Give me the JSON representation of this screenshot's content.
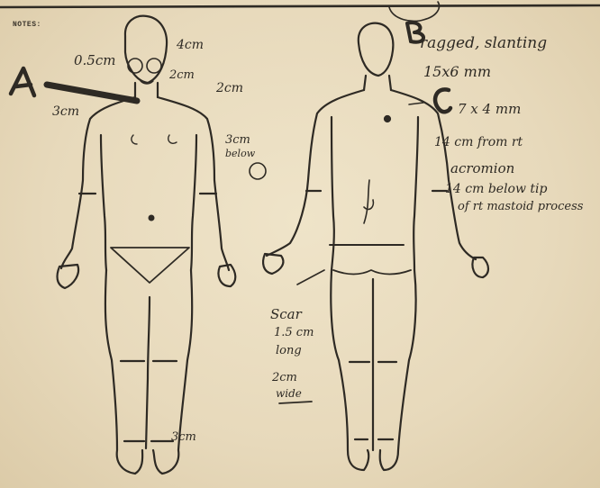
{
  "header": {
    "notes_label": "NOTES:"
  },
  "markers": {
    "a": "A",
    "b": "B",
    "c": "C"
  },
  "annotations": {
    "front_head": "0.5cm",
    "front_chin": "4cm",
    "front_neck": "2cm",
    "front_left_chest": "3cm",
    "front_shoulder": "2cm",
    "front_arm": "3cm",
    "front_arm_detail": "below",
    "front_ankle": "3cm",
    "back_wound_1": "ragged, slanting",
    "back_wound_2": "15x6 mm",
    "back_wound_3": "7 x 4 mm",
    "back_note_1": "14 cm from rt",
    "back_note_2": "acromion",
    "back_note_3": "14 cm below tip",
    "back_note_4": "of rt mastoid process",
    "scar_1": "Scar",
    "scar_2": "1.5 cm",
    "scar_3": "long",
    "scar_4": "2cm",
    "scar_5": "wide"
  },
  "colors": {
    "ink": "#2e2a24",
    "paper": "#e9dcc0"
  }
}
